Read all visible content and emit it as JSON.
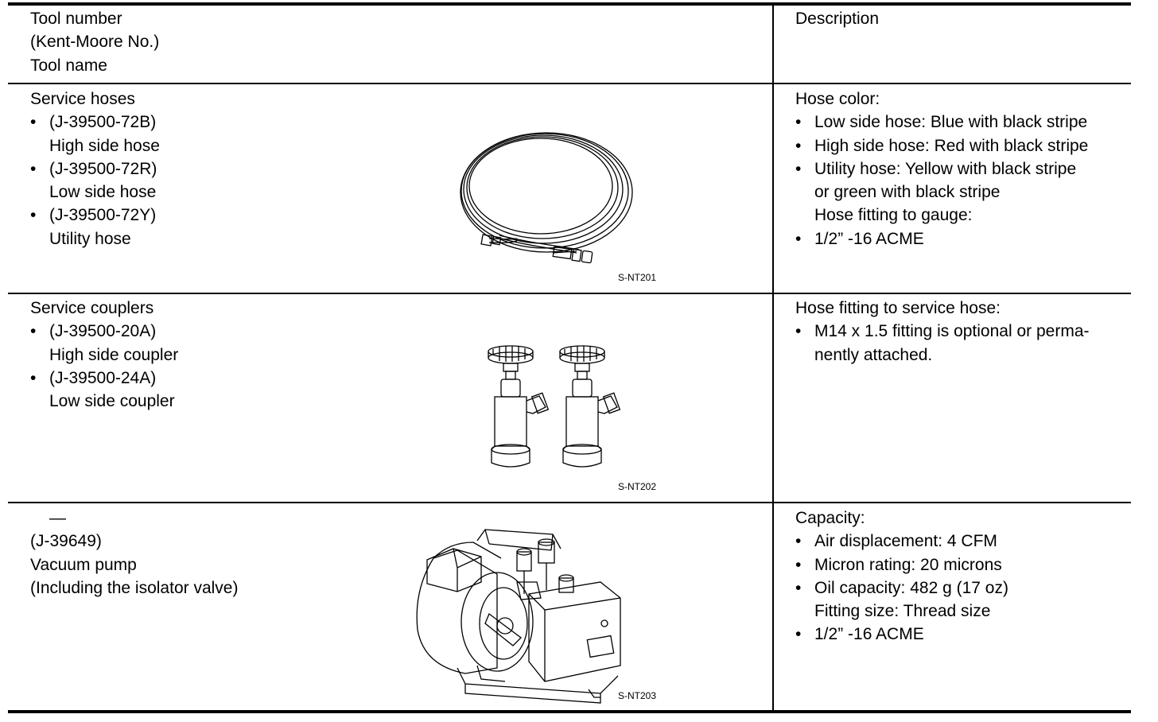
{
  "header": {
    "left": [
      "Tool number",
      "(Kent-Moore No.)",
      "Tool name"
    ],
    "right": "Description"
  },
  "rows": [
    {
      "tool": {
        "title": "Service hoses",
        "items": [
          {
            "number": "(J-39500-72B)",
            "name": "High side hose"
          },
          {
            "number": "(J-39500-72R)",
            "name": "Low side hose"
          },
          {
            "number": "(J-39500-72Y)",
            "name": "Utility hose"
          }
        ]
      },
      "figure": {
        "icon": "service-hose-illustration",
        "code": "S-NT201"
      },
      "description": {
        "lines": [
          {
            "text": "Hose color:",
            "type": "plain"
          },
          {
            "text": "Low side hose: Blue with black stripe",
            "type": "bullet"
          },
          {
            "text": "High side hose: Red with black stripe",
            "type": "bullet"
          },
          {
            "text": "Utility hose: Yellow with black stripe",
            "type": "bullet"
          },
          {
            "text": "or green with black stripe",
            "type": "indent"
          },
          {
            "text": "Hose fitting to gauge:",
            "type": "indent"
          },
          {
            "text": "1/2” -16 ACME",
            "type": "bullet"
          }
        ]
      }
    },
    {
      "tool": {
        "title": "Service couplers",
        "items": [
          {
            "number": "(J-39500-20A)",
            "name": "High side coupler"
          },
          {
            "number": "(J-39500-24A)",
            "name": "Low side coupler"
          }
        ]
      },
      "figure": {
        "icon": "service-coupler-illustration",
        "code": "S-NT202"
      },
      "description": {
        "lines": [
          {
            "text": "Hose fitting to service hose:",
            "type": "plain"
          },
          {
            "text": "M14 x 1.5 fitting is optional or perma-",
            "type": "bullet"
          },
          {
            "text": "nently attached.",
            "type": "indent"
          }
        ]
      }
    },
    {
      "tool": {
        "dash": "—",
        "lines": [
          "(J-39649)",
          "Vacuum pump",
          "(Including the isolator valve)"
        ]
      },
      "figure": {
        "icon": "vacuum-pump-illustration",
        "code": "S-NT203"
      },
      "description": {
        "lines": [
          {
            "text": "Capacity:",
            "type": "plain"
          },
          {
            "text": "Air displacement: 4 CFM",
            "type": "bullet"
          },
          {
            "text": "Micron rating: 20 microns",
            "type": "bullet"
          },
          {
            "text": "Oil capacity: 482 g (17 oz)",
            "type": "bullet"
          },
          {
            "text": "Fitting size: Thread size",
            "type": "indent"
          },
          {
            "text": "1/2” -16 ACME",
            "type": "bullet"
          }
        ]
      }
    }
  ],
  "bullet_glyph": "•"
}
